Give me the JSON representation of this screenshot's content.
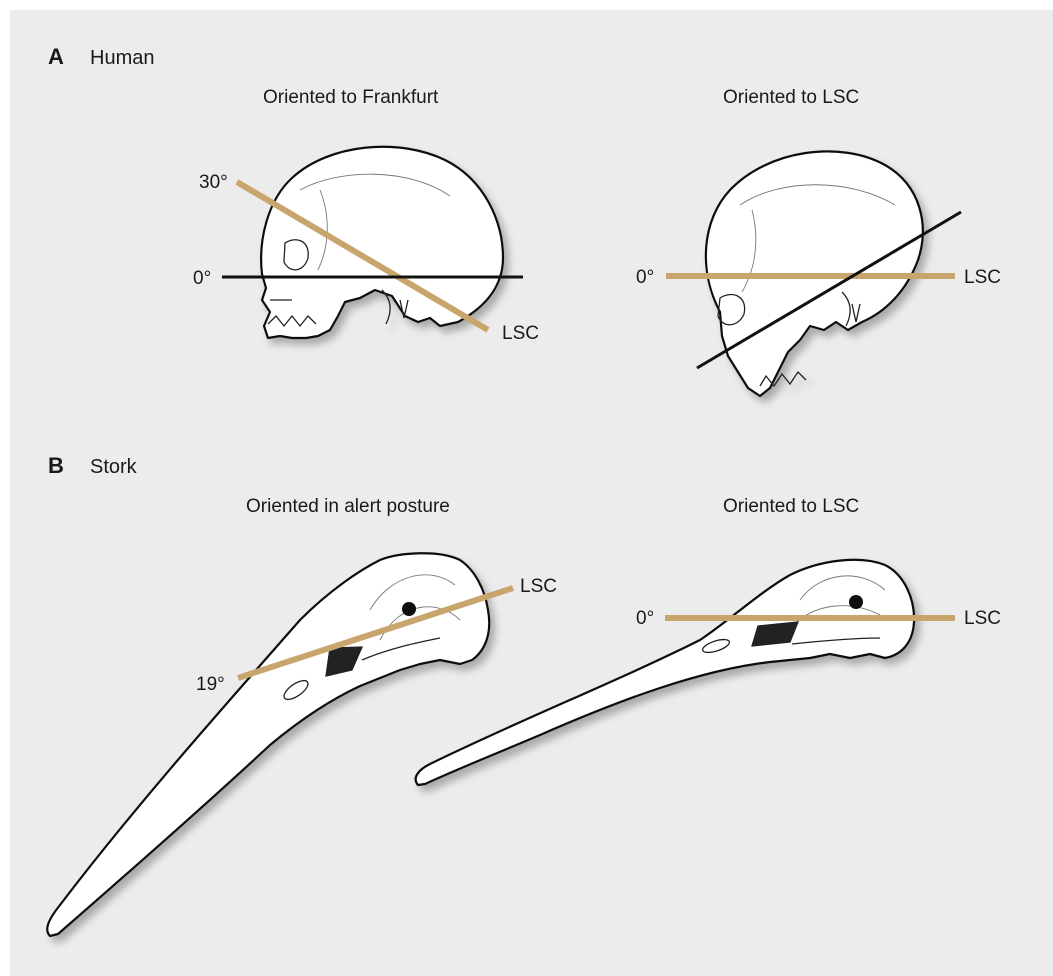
{
  "panel_a": {
    "letter": "A",
    "name": "Human",
    "left_title": "Oriented to Frankfurt",
    "right_title": "Oriented to LSC",
    "left_angle_top": "30°",
    "left_angle_zero": "0°",
    "left_line_label": "LSC",
    "right_angle_zero": "0°",
    "right_line_label": "LSC"
  },
  "panel_b": {
    "letter": "B",
    "name": "Stork",
    "left_title": "Oriented in alert posture",
    "right_title": "Oriented to LSC",
    "left_line_label": "LSC",
    "left_angle": "19°",
    "right_angle_zero": "0°",
    "right_line_label": "LSC"
  },
  "colors": {
    "background": "#ececec",
    "lsc_line": "#c9a56e",
    "reference_line": "#111111"
  }
}
